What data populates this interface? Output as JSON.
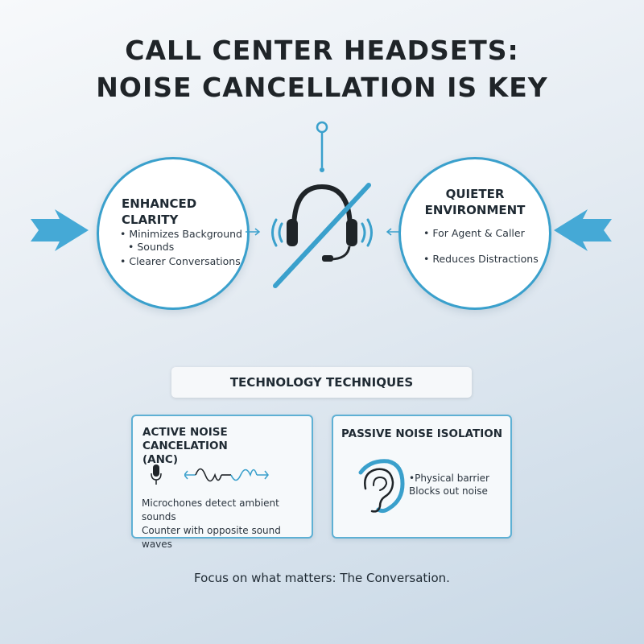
{
  "title": {
    "line1": "CALL CENTER HEADSETS:",
    "line2": "NOISE CANCELLATION IS KEY"
  },
  "left_circle": {
    "heading": "ENHANCED CLARITY",
    "bullets": [
      "Minimizes Background",
      "Sounds",
      "Clearer Conversations"
    ]
  },
  "right_circle": {
    "heading_line1": "QUIETER",
    "heading_line2": "ENVIRONMENT",
    "bullets": [
      "For Agent & Caller",
      "Reduces Distractions"
    ]
  },
  "techniques": {
    "title": "TECHNOLOGY TECHNIQUES",
    "anc": {
      "title_line1": "ACTIVE NOISE CANCELATION",
      "title_line2": "(ANC)",
      "lines": [
        "Microchones detect ambient sounds",
        "Counter with opposite sound waves"
      ]
    },
    "pni": {
      "title": "PASSIVE NOISE ISOLATION",
      "lines": [
        "Physical barrier",
        "Blocks out noise"
      ]
    }
  },
  "footer": "Focus on what matters: The Conversation.",
  "icons": {
    "headset": "headset-icon",
    "mute_slash": "slash-icon",
    "microphone": "microphone-icon",
    "waveform": "waveform-icon",
    "ear": "ear-icon"
  },
  "colors": {
    "accent": "#3aa0cc",
    "arrow": "#45a9d6",
    "text": "#1f2428"
  }
}
